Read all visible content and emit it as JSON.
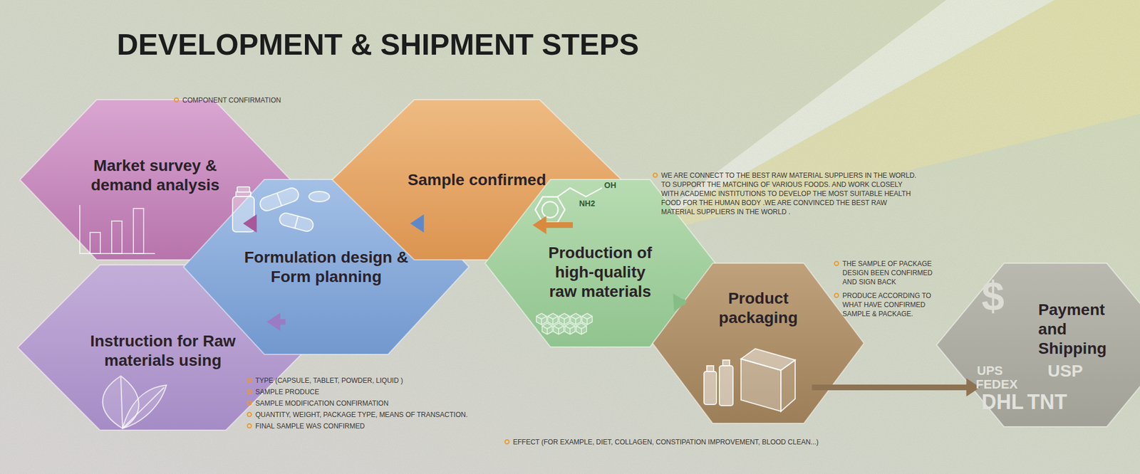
{
  "diagram": {
    "title": "DEVELOPMENT & SHIPMENT STEPS",
    "nodes": [
      {
        "text": [
          "Market survey & demand analysis"
        ]
      },
      {
        "text": [
          "Instruction for Raw materials using"
        ]
      },
      {
        "text": [
          "Formulation design & Form planning"
        ]
      },
      {
        "text": [
          "Sample confirmed"
        ]
      },
      {
        "text": [
          "Production of high-quality raw materials"
        ]
      },
      {
        "text": [
          "Product packaging"
        ]
      },
      {
        "text": [
          "Payment and Shipping"
        ]
      }
    ],
    "edges": [
      {
        "from": 0,
        "to": 2,
        "arrow": "to"
      },
      {
        "from": 1,
        "to": 2,
        "arrow": "to"
      },
      {
        "from": 2,
        "to": 3,
        "arrow": "to"
      },
      {
        "from": 3,
        "to": 4,
        "arrow": "to"
      },
      {
        "from": 4,
        "to": 5,
        "arrow": "to"
      },
      {
        "from": 5,
        "to": 6,
        "arrow": "to"
      }
    ],
    "labels": [
      "COMPONENT CONFIRMATION",
      "WE ARE CONNECT TO THE BEST RAW MATERIAL SUPPLIERS IN THE WORLD. TO SUPPORT THE MATCHING OF VARIOUS FOODS. AND WORK CLOSELY WITH ACADEMIC INSTITUTIONS TO DEVELOP THE MOST SUITABLE HEALTH FOOD FOR THE HUMAN BODY .WE ARE CONVINCED THE BEST RAW MATERIAL SUPPLIERS IN THE WORLD .",
      "THE SAMPLE OF PACKAGE DESIGN BEEN CONFIRMED AND SIGN BACK",
      "PRODUCE ACCORDING TO WHAT HAVE CONFIRMED SAMPLE & PACKAGE.",
      "TYPE (CAPSULE, TABLET, POWDER, LIQUID )",
      "SAMPLE PRODUCE",
      "SAMPLE MODIFICATION CONFIRMATION",
      "QUANTITY, WEIGHT, PACKAGE TYPE, MEANS OF TRANSACTION.",
      "FINAL SAMPLE WAS CONFIRMED",
      "EFFECT (FOR EXAMPLE, DIET, COLLAGEN, CONSTIPATION IMPROVEMENT, BLOOD CLEAN...)",
      "OH",
      "NH2",
      "$",
      "UPS",
      "FEDEX",
      "USP",
      "DHL",
      "TNT"
    ]
  }
}
